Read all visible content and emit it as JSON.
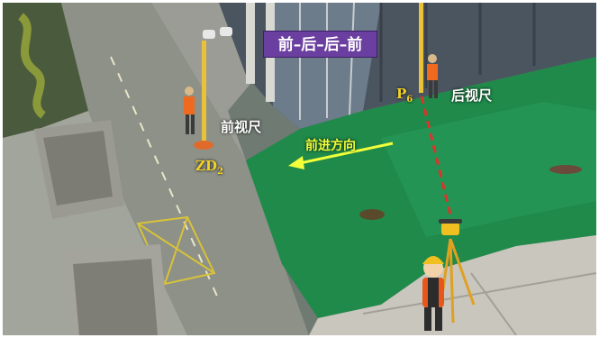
{
  "sequence_label": "前–后–后–前",
  "front_staff_label": "前视尺",
  "back_staff_label": "后视尺",
  "direction_label": "前进方向",
  "turning_point": {
    "main": "ZD",
    "sub": "2"
  },
  "benchmark_point": {
    "main": "P",
    "sub": "6"
  },
  "colors": {
    "sequence_box": "#6b3fa0",
    "arrow": "#f2ff3a",
    "sightline": "#e0322a",
    "point_label": "#f3d225",
    "green_mesh": "#1f8a4a"
  }
}
